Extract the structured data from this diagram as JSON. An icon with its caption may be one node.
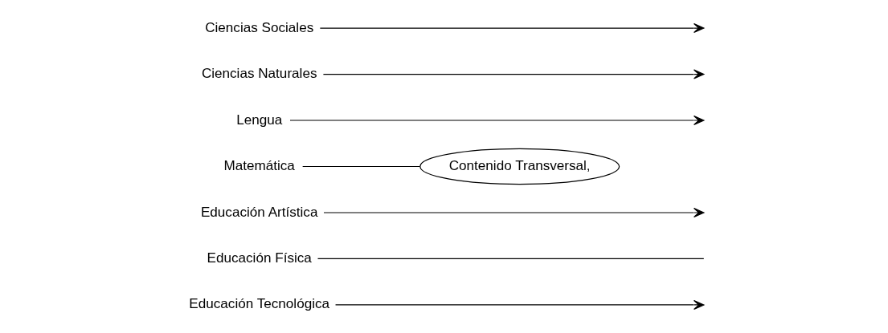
{
  "diagram": {
    "nodes": [
      {
        "text": [
          "Ciencias Sociales"
        ]
      },
      {
        "text": [
          "Ciencias Naturales"
        ]
      },
      {
        "text": [
          "Lengua"
        ]
      },
      {
        "text": [
          "Matemática"
        ]
      },
      {
        "text": [
          "Educación Artística"
        ]
      },
      {
        "text": [
          "Educación Física"
        ]
      },
      {
        "text": [
          "Educación Tecnológica"
        ]
      },
      {
        "text": [
          "Contenido Transversal,"
        ]
      }
    ],
    "edges": [
      {
        "from": 0,
        "to": null,
        "arrow": "to"
      },
      {
        "from": 1,
        "to": null,
        "arrow": "to"
      },
      {
        "from": 2,
        "to": null,
        "arrow": "to"
      },
      {
        "from": 3,
        "to": 7,
        "arrow": "none"
      },
      {
        "from": 4,
        "to": null,
        "arrow": "to"
      },
      {
        "from": 5,
        "to": null,
        "arrow": "none"
      },
      {
        "from": 6,
        "to": null,
        "arrow": "to"
      }
    ]
  }
}
